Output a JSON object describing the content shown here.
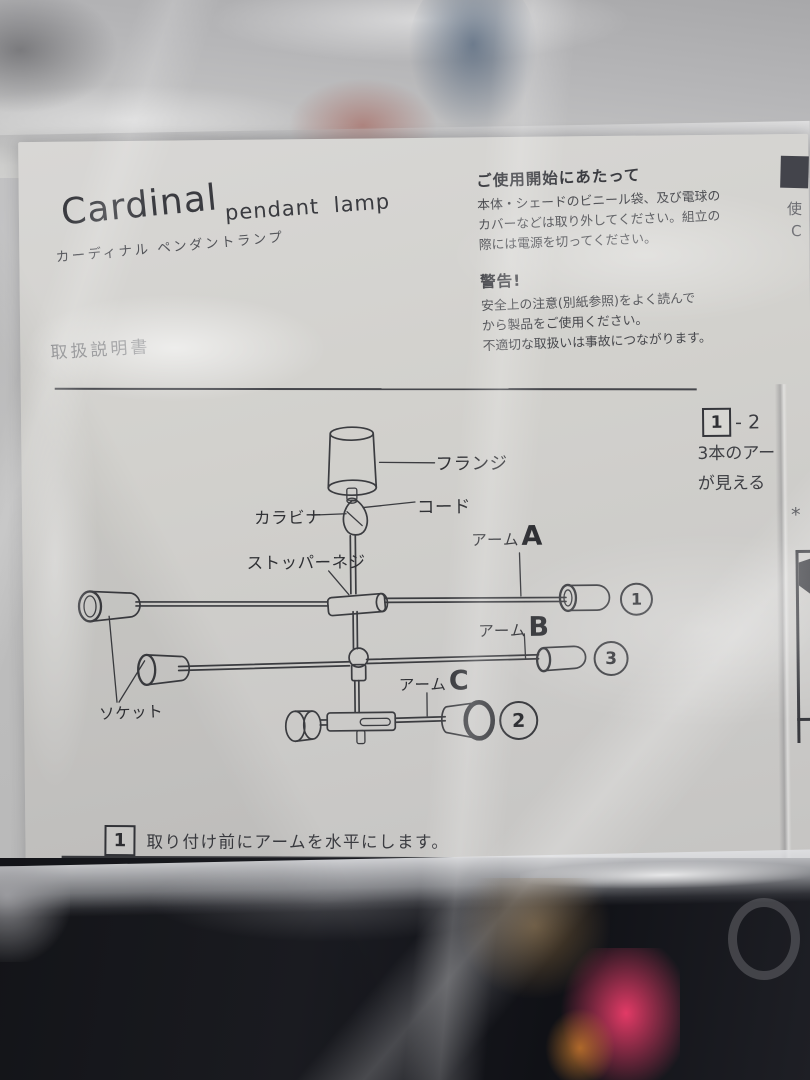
{
  "header": {
    "product_name": "Cardinal",
    "product_type": "pendant lamp",
    "product_name_ja": "カーディナル ペンダントランプ",
    "doc_title": "取扱説明書"
  },
  "usage_notice": {
    "heading": "ご使用開始にあたって",
    "body": "本体・シェードのビニール袋、及び電球の\nカバーなどは取り外してください。組立の\n際には電源を切ってください。"
  },
  "warning_notice": {
    "heading": "警告!",
    "body": "安全上の注意(別紙参照)をよく読んで\nから製品をご使用ください。\n不適切な取扱いは事故につながります。"
  },
  "side_step": {
    "number": "1",
    "range_suffix": "- 2",
    "line1": "3本のアー",
    "line2": "が見える",
    "footnote_mark": "*"
  },
  "diagram": {
    "labels": {
      "flange": "フランジ",
      "cord": "コード",
      "carabiner": "カラビナ",
      "stopper_screw": "ストッパーネジ",
      "socket": "ソケット",
      "arm_prefix": "アーム",
      "arm_a_letter": "A",
      "arm_b_letter": "B",
      "arm_c_letter": "C"
    },
    "callouts": {
      "c1": "1",
      "c2": "2",
      "c3": "3"
    }
  },
  "bottom_step": {
    "number": "1",
    "instruction": "取り付け前にアームを水平にします。"
  },
  "edge_fragments": {
    "char_top": "使",
    "char_bottom": "C"
  },
  "colors": {
    "paper": "#d3d2ce",
    "ink": "#2f3034",
    "bag_highlight": "#eceded",
    "bottom_dark": "#16171b",
    "pink_item": "#e23a66"
  }
}
